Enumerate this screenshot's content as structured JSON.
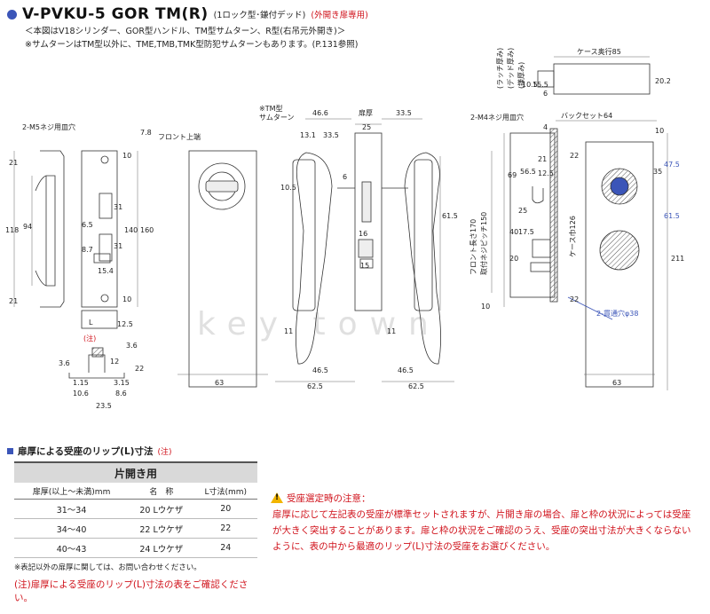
{
  "header": {
    "title": "V-PVKU-5 GOR TM(R)",
    "subtitle": "(1ロック型･鎌付デッド)",
    "subtitle_red": "(外開き扉専用)",
    "note1": "＜本図はV18シリンダー、GOR型ハンドル、TM型サムターン、R型(右吊元外開き)＞",
    "note2": "※サムターンはTM型以外に、TME,TMB,TMK型防犯サムターンもあります。(P.131参照)"
  },
  "labels": {
    "m5": "2-M5ネジ用皿穴",
    "m4": "2-M4ネジ用皿穴",
    "front_top": "フロント上端",
    "tm_thumb": "※TM型",
    "tm_thumb2": "サムターン",
    "door_thk": "扉厚",
    "backset": "バックセット64",
    "case_depth": "ケース奥行85",
    "latch_thk": "(ラッチ厚み)",
    "dead_thk": "(デッド厚み)",
    "kama_thk": "(鎌厚み)",
    "front_len": "フロント長さ170",
    "screw_pitch": "取付ネジピッチ150",
    "case_w": "ケース巾126",
    "through_hole": "2-貫通穴φ38",
    "note_ref": "(注)",
    "l_label": "L"
  },
  "dims": {
    "d78": "7.8",
    "d21a": "21",
    "d10a": "10",
    "d118": "118",
    "d94": "94",
    "d65": "6.5",
    "d87": "8.7",
    "d31a": "31",
    "d31b": "31",
    "d140": "140",
    "d160": "160",
    "d154": "15.4",
    "d21b": "21",
    "d10b": "10",
    "d125a": "12.5",
    "d36a": "3.6",
    "d12": "12",
    "d36b": "3.6",
    "d22a": "22",
    "d115": "1.15",
    "d315": "3.15",
    "d106": "10.6",
    "d86": "8.6",
    "d235": "23.5",
    "d63a": "63",
    "d466": "46.6",
    "d25": "25",
    "d335a": "33.5",
    "d131": "13.1",
    "d335b": "33.5",
    "d105": "10.5",
    "d6": "6",
    "d615": "61.5",
    "d16": "16",
    "d15": "15",
    "d11a": "11",
    "d11b": "11",
    "d465a": "46.5",
    "d465b": "46.5",
    "d625a": "62.5",
    "d625b": "62.5",
    "d4": "4",
    "d21c": "21",
    "d125b": "12.5",
    "d22b": "22",
    "d69": "69",
    "d565": "56.5",
    "d25b": "25",
    "d35": "35",
    "d475": "47.5",
    "d40": "40",
    "d175": "17.5",
    "d20": "20",
    "d615b": "61.5",
    "d211": "211",
    "d22c": "22",
    "d10c": "10",
    "d10d": "10",
    "d63b": "63",
    "d155": "15.5",
    "d105b": "10.5",
    "d6b": "6",
    "d202": "20.2"
  },
  "table": {
    "title": "扉厚による受座のリップ(L)寸法",
    "title_note": "(注)",
    "caption": "片開き用",
    "headers": [
      "扉厚(以上〜未満)mm",
      "名　称",
      "L寸法(mm)"
    ],
    "rows": [
      [
        "31〜34",
        "20 Lウケザ",
        "20"
      ],
      [
        "34〜40",
        "22 Lウケザ",
        "22"
      ],
      [
        "40〜43",
        "24 Lウケザ",
        "24"
      ]
    ],
    "note": "※表記以外の扉厚に関しては、お問い合わせください。",
    "note2": "(注)扉厚による受座のリップ(L)寸法の表をご確認ください。"
  },
  "warning": {
    "title": "受座選定時の注意：",
    "body": "扉厚に応じて左記表の受座が標準セットされますが、片開き扉の場合、扉と枠の状況によっては受座が大きく突出することがあります。扉と枠の状況をご確認のうえ、受座の突出寸法が大きくならないように、表の中から最適のリップ(L)寸法の受座をお選びください。"
  },
  "watermark": "key town",
  "colors": {
    "accent": "#3b55b8",
    "red": "#d0121b",
    "warn": "#f2b500"
  }
}
